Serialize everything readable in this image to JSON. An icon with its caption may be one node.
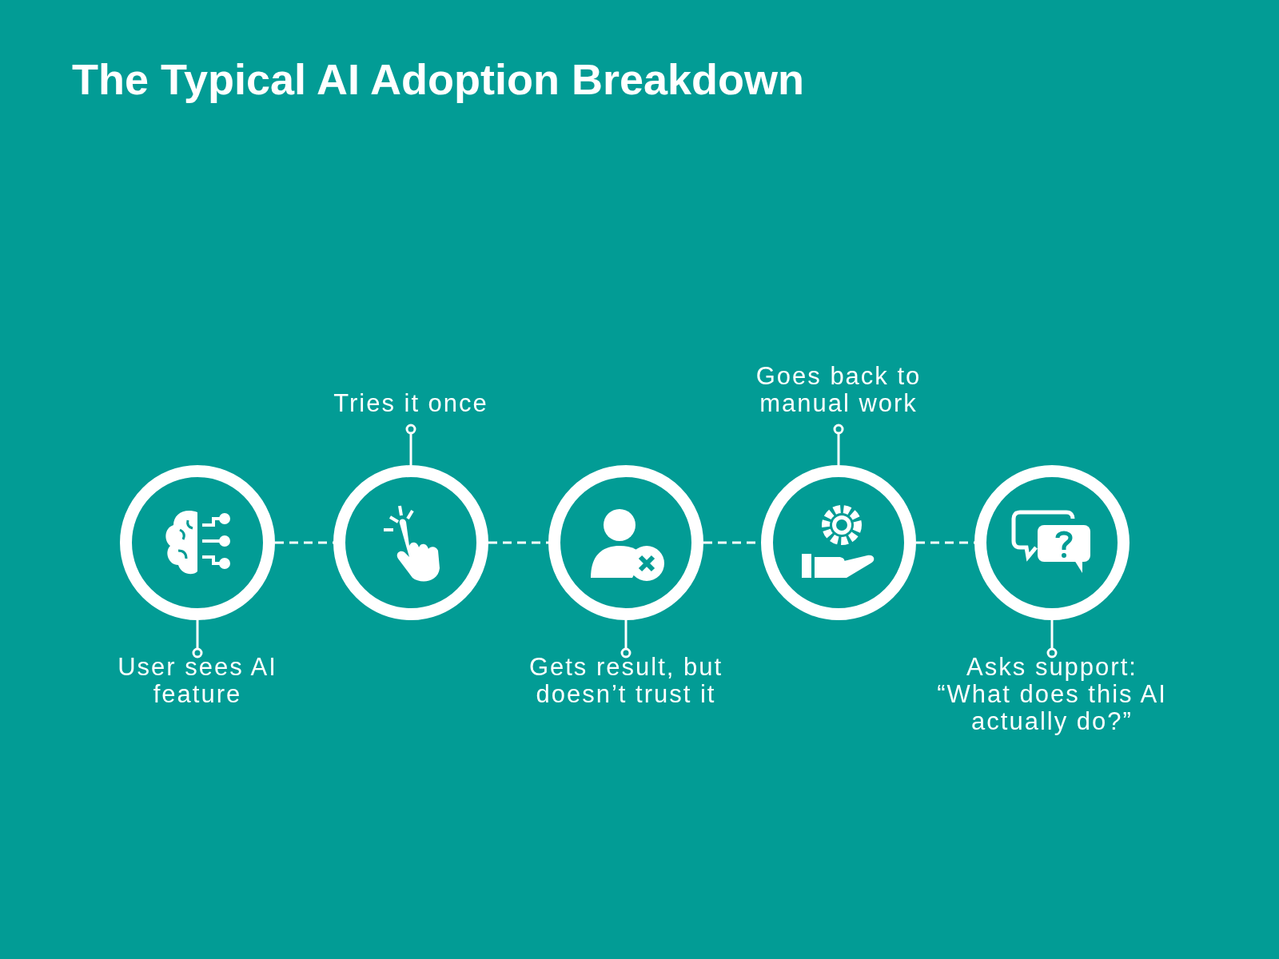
{
  "diagram": {
    "title": "The Typical AI Adoption Breakdown",
    "nodes": [
      {
        "text": [],
        "shape": "circle"
      },
      {
        "text": [],
        "shape": "circle"
      },
      {
        "text": [],
        "shape": "circle"
      },
      {
        "text": [],
        "shape": "circle"
      },
      {
        "text": [],
        "shape": "circle"
      },
      {
        "text": [
          "User sees AI feature"
        ]
      },
      {
        "text": [
          "Tries it once"
        ]
      },
      {
        "text": [
          "Gets result, but doesn’t trust it"
        ]
      },
      {
        "text": [
          "Goes back to manual work"
        ]
      },
      {
        "text": [
          "Asks support: “What does this AI actually do?”"
        ]
      }
    ],
    "edges": [
      {
        "from": 0,
        "to": 1,
        "arrow": "none",
        "style": "dashed"
      },
      {
        "from": 1,
        "to": 2,
        "arrow": "none",
        "style": "dashed"
      },
      {
        "from": 2,
        "to": 3,
        "arrow": "none",
        "style": "dashed"
      },
      {
        "from": 3,
        "to": 4,
        "arrow": "none",
        "style": "dashed"
      },
      {
        "from": 5,
        "to": 0,
        "arrow": "other"
      },
      {
        "from": 6,
        "to": 1,
        "arrow": "other"
      },
      {
        "from": 7,
        "to": 2,
        "arrow": "other"
      },
      {
        "from": 8,
        "to": 3,
        "arrow": "other"
      },
      {
        "from": 9,
        "to": 4,
        "arrow": "other"
      }
    ]
  }
}
